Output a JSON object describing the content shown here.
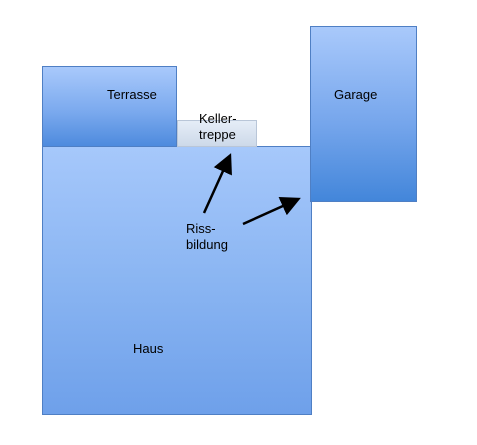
{
  "labels": {
    "terrasse": "Terrasse",
    "garage": "Garage",
    "haus": "Haus",
    "kellertreppe_line1": "Keller-",
    "kellertreppe_line2": "treppe",
    "rissbildung_line1": "Riss-",
    "rissbildung_line2": "bildung"
  },
  "colors": {
    "block_fill": "#8ab5f2",
    "block_border": "#4f7fc4",
    "stair_fill": "#dbe4f1",
    "arrow": "#000000"
  }
}
